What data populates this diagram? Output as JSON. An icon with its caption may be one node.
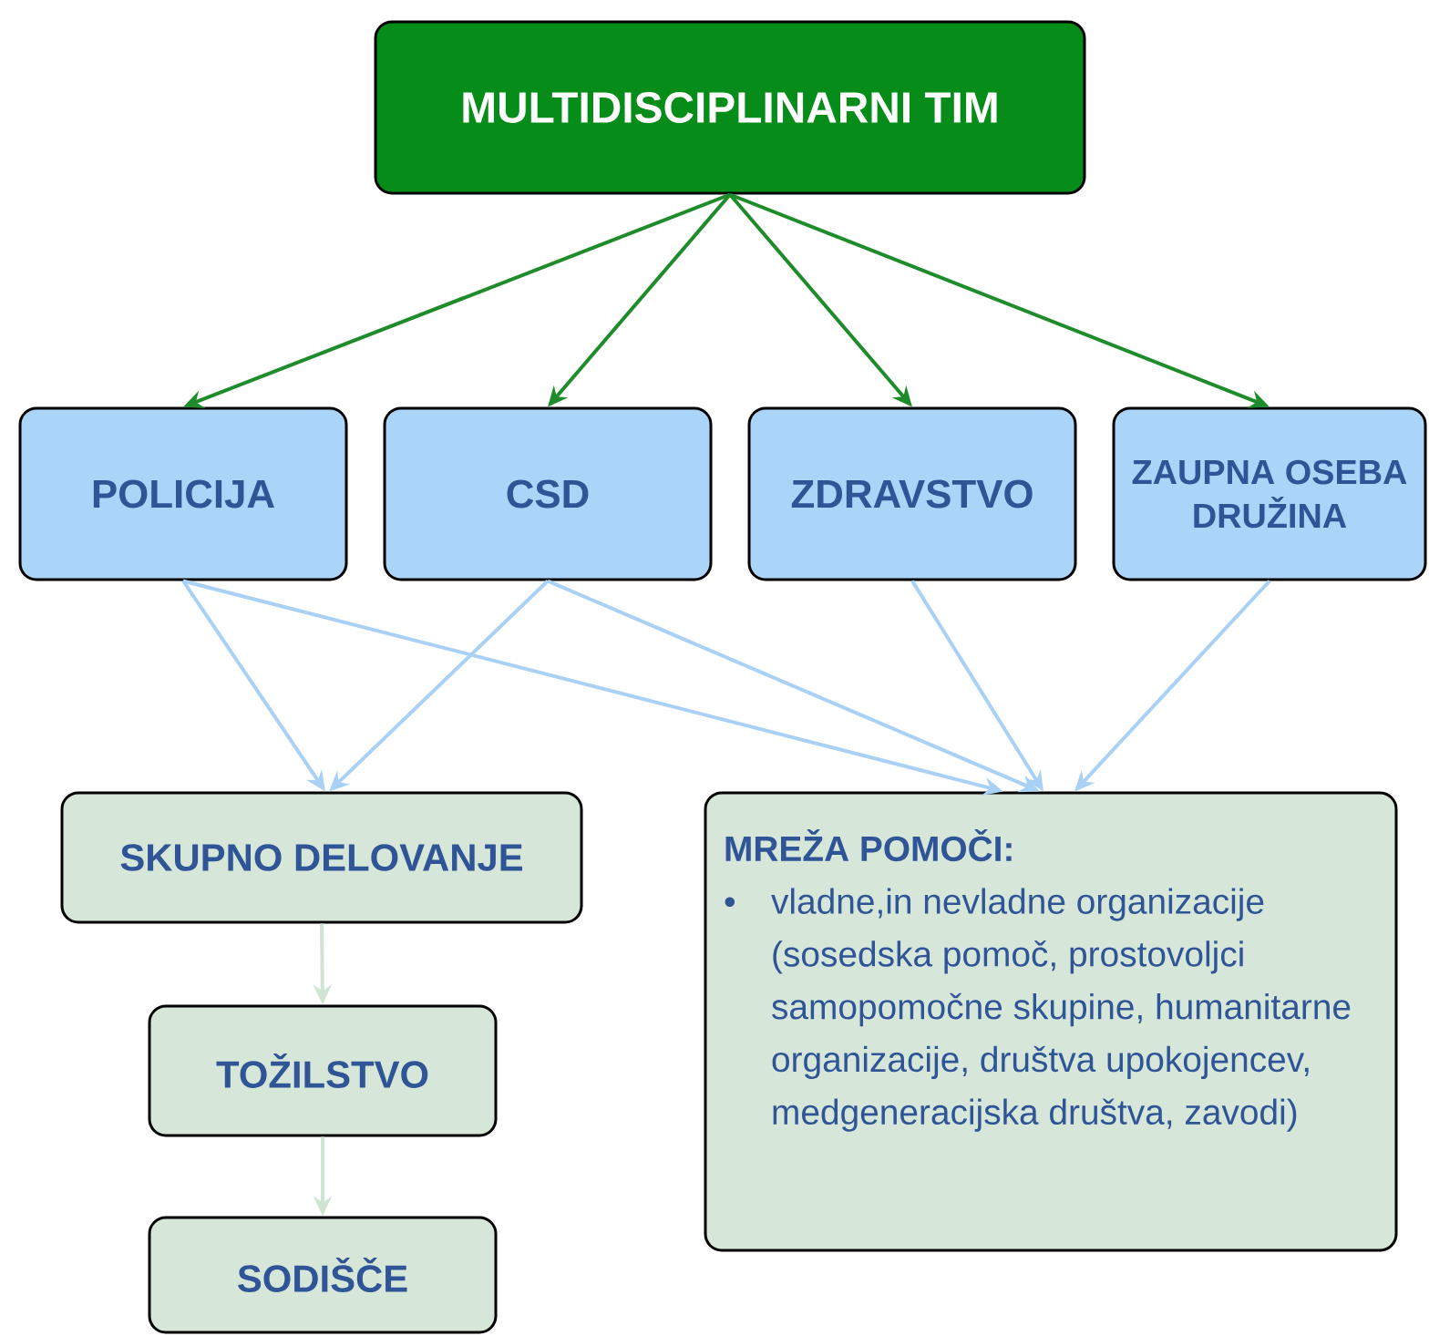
{
  "diagram": {
    "nodes": [
      {
        "text": [
          "MULTIDISCIPLINARNI TIM"
        ]
      },
      {
        "text": [
          "POLICIJA"
        ]
      },
      {
        "text": [
          "CSD"
        ]
      },
      {
        "text": [
          "ZDRAVSTVO"
        ]
      },
      {
        "text": [
          "ZAUPNA OSEBA DRUŽINA"
        ]
      },
      {
        "text": [
          "SKUPNO DELOVANJE"
        ]
      },
      {
        "text": [
          "MREŽA POMOČI:",
          "•",
          "vladne,in nevladne organizacije (sosedska pomoč, prostovoljci samopomočne skupine, humanitarne organizacije, društva upokojencev, medgeneracijska društva, zavodi)"
        ]
      },
      {
        "text": [
          "TOŽILSTVO"
        ]
      },
      {
        "text": [
          "SODIŠČE"
        ]
      }
    ],
    "edges": [
      {
        "from": 0,
        "to": 1,
        "arrow": "to",
        "color": "#1e8c2a"
      },
      {
        "from": 0,
        "to": 2,
        "arrow": "to",
        "color": "#1e8c2a"
      },
      {
        "from": 0,
        "to": 3,
        "arrow": "to",
        "color": "#1e8c2a"
      },
      {
        "from": 0,
        "to": 4,
        "arrow": "to",
        "color": "#1e8c2a"
      },
      {
        "from": 1,
        "to": 5,
        "arrow": "to"
      },
      {
        "from": 1,
        "to": 6,
        "arrow": "to"
      },
      {
        "from": 2,
        "to": 5,
        "arrow": "to"
      },
      {
        "from": 2,
        "to": 6,
        "arrow": "to"
      },
      {
        "from": 3,
        "to": 6,
        "arrow": "to"
      },
      {
        "from": 4,
        "to": 6,
        "arrow": "to"
      },
      {
        "from": 5,
        "to": 7,
        "arrow": "to",
        "color": "#cfe5d2"
      },
      {
        "from": 7,
        "to": 8,
        "arrow": "to",
        "color": "#cfe5d2"
      }
    ]
  }
}
